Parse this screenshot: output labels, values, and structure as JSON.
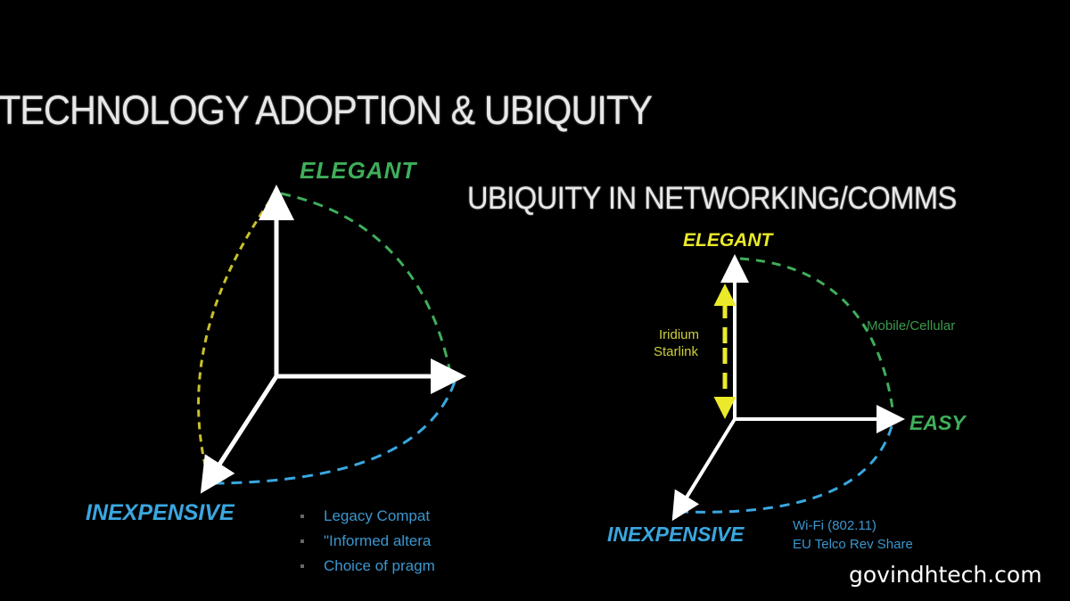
{
  "main_title": "TECHNOLOGY ADOPTION & UBIQUITY",
  "left_diagram": {
    "axes": {
      "vertical": "ELEGANT",
      "diagonal": "INEXPENSIVE"
    },
    "bullets": [
      "Legacy Compat",
      "\"Informed altera",
      "Choice of pragm"
    ],
    "colors": {
      "elegant": "#3fae5a",
      "inexpensive": "#3aa7e0",
      "yellow_arc": "#c9c12a"
    }
  },
  "right_diagram": {
    "title": "UBIQUITY IN NETWORKING/COMMS",
    "axes": {
      "vertical": "ELEGANT",
      "horizontal": "EASY",
      "diagonal": "INEXPENSIVE"
    },
    "annotations": {
      "vertical_arrow": [
        "Iridium",
        "Starlink"
      ],
      "green_arc": "Mobile/Cellular",
      "blue_arc": [
        "Wi-Fi (802.11)",
        "EU Telco Rev Share"
      ]
    },
    "colors": {
      "elegant": "#eaea2a",
      "easy": "#3fae5a",
      "inexpensive": "#3aa7e0",
      "green_text": "#3a9a4a",
      "yellow_text": "#cfcf3a"
    }
  },
  "watermark": "govindhtech.com"
}
